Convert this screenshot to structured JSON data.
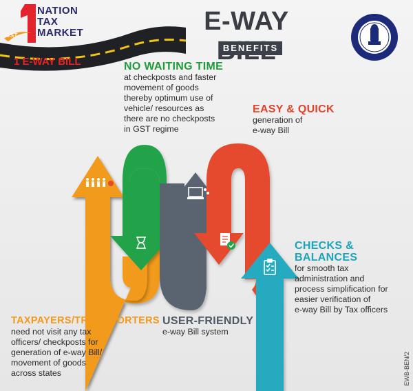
{
  "logo": {
    "words": [
      "NATION",
      "TAX",
      "MARKET"
    ],
    "badge": "GST",
    "road_label": "1 E-WAY BILL"
  },
  "header": {
    "title": "E-WAY BILL",
    "subtitle": "BENEFITS"
  },
  "sections": {
    "no_waiting": {
      "heading": "NO WAITING TIME",
      "lines": [
        "at checkposts and faster",
        "movement of goods",
        "thereby optimum use of",
        "vehicle/ resources as",
        "there are no checkposts",
        "in GST regime"
      ]
    },
    "easy_quick": {
      "heading": "EASY & QUICK",
      "lines": [
        "generation of",
        "e-way Bill"
      ]
    },
    "checks": {
      "heading_lines": [
        "CHECKS &",
        "BALANCES"
      ],
      "lines": [
        "for smooth tax",
        "administration and",
        "process simplification for",
        "easier verification of",
        "e-way Bill by Tax officers"
      ]
    },
    "user_friendly": {
      "heading": "USER-FRIENDLY",
      "lines": [
        "e-way Bill system"
      ]
    },
    "taxpayers": {
      "heading": "TAXPAYERS/TRANSPORTERS",
      "lines": [
        "need not visit any tax",
        "officers/ checkposts for",
        "generation of e-way Bill/",
        "movement of goods",
        "across states"
      ]
    }
  },
  "footer_code": "EWB-BEN/2",
  "icons": [
    "queue-icon",
    "hourglass-icon",
    "laptop-icon",
    "document-check-icon",
    "clipboard-checklist-icon",
    "emblem-seal-icon"
  ],
  "colors": {
    "orange": "#f29a1b",
    "green": "#23a34a",
    "slate": "#5a6470",
    "red": "#e5492e",
    "teal": "#26aac0",
    "title": "#3b3d44"
  }
}
